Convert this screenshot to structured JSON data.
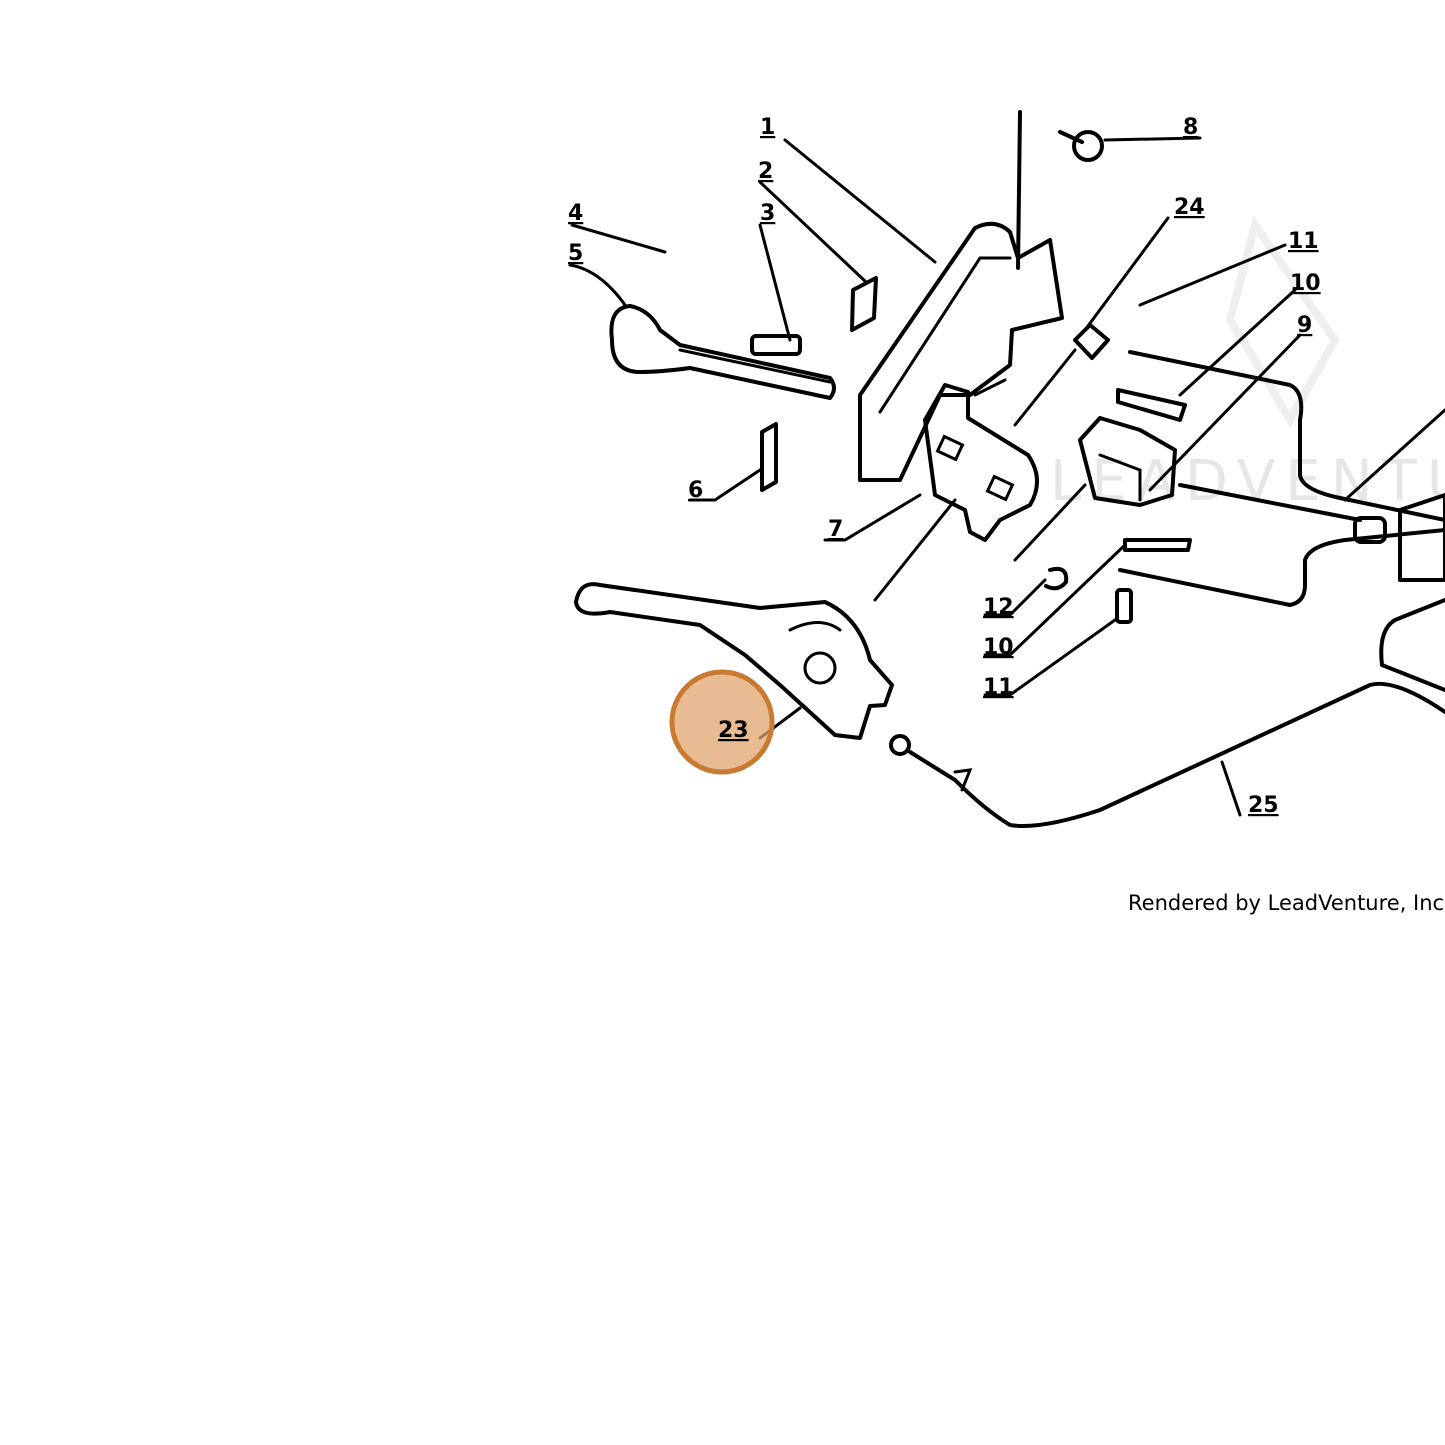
{
  "callouts": [
    {
      "id": "c1",
      "label": "1"
    },
    {
      "id": "c2",
      "label": "2"
    },
    {
      "id": "c3a",
      "label": "3"
    },
    {
      "id": "c4",
      "label": "4"
    },
    {
      "id": "c5",
      "label": "5"
    },
    {
      "id": "c6",
      "label": "6"
    },
    {
      "id": "c7",
      "label": "7"
    },
    {
      "id": "c8",
      "label": "8"
    },
    {
      "id": "c9",
      "label": "9"
    },
    {
      "id": "c10a",
      "label": "10"
    },
    {
      "id": "c11a",
      "label": "11"
    },
    {
      "id": "c12",
      "label": "12"
    },
    {
      "id": "c10b",
      "label": "10"
    },
    {
      "id": "c11b",
      "label": "11"
    },
    {
      "id": "c24",
      "label": "24"
    },
    {
      "id": "c23",
      "label": "23"
    },
    {
      "id": "c25",
      "label": "25"
    }
  ],
  "highlighted_callout": "23",
  "highlight_color": "#e2a46f",
  "watermark": "LEADVENTURE",
  "credit": "Rendered by LeadVenture, Inc."
}
